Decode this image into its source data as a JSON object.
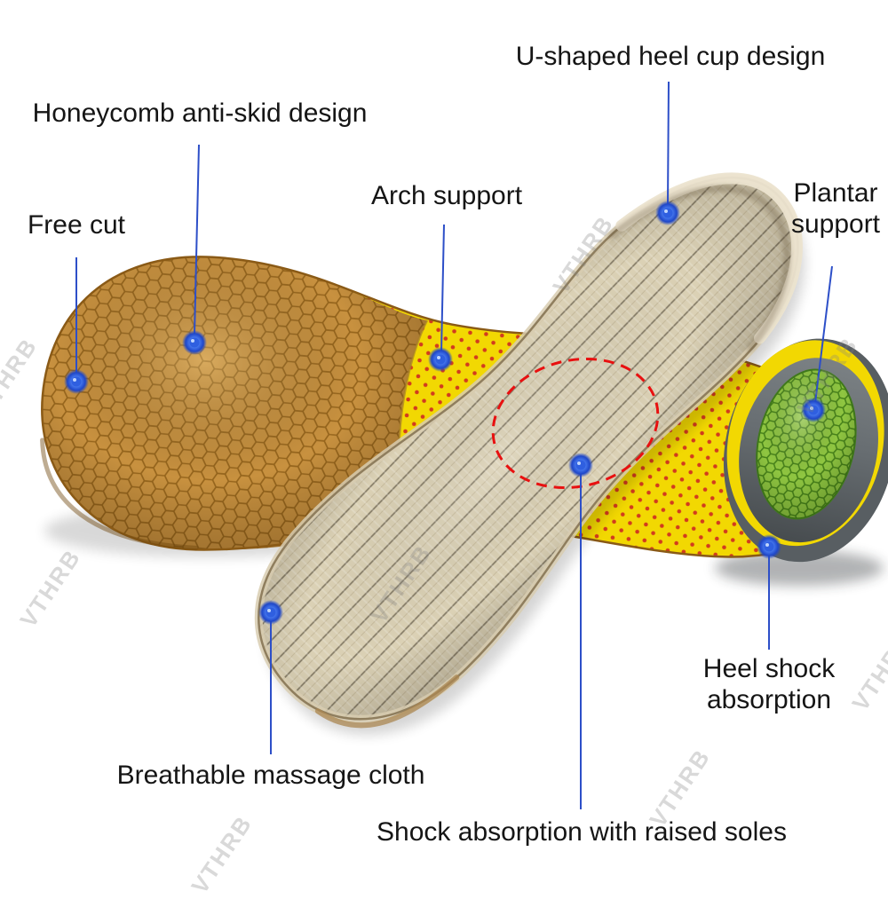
{
  "callouts": {
    "honeycomb": "Honeycomb anti-skid design",
    "heel_cup": "U-shaped heel cup design",
    "arch": "Arch support",
    "plantar": "Plantar support",
    "free_cut": "Free cut",
    "heel_shock": "Heel shock absorption",
    "breathable": "Breathable massage cloth",
    "shock_absorption": "Shock absorption with raised soles"
  },
  "watermark": "VTHRB",
  "colors": {
    "callout_line": "#2d4fc8",
    "marker_blue": "#2f5fe0",
    "highlight_red": "#e81010",
    "insole_fabric": "#dbd1b5",
    "insole_rubber": "#c8913f",
    "arch_yellow": "#f2d802",
    "gel_green": "#8fc641",
    "heel_gray": "#63696d"
  }
}
